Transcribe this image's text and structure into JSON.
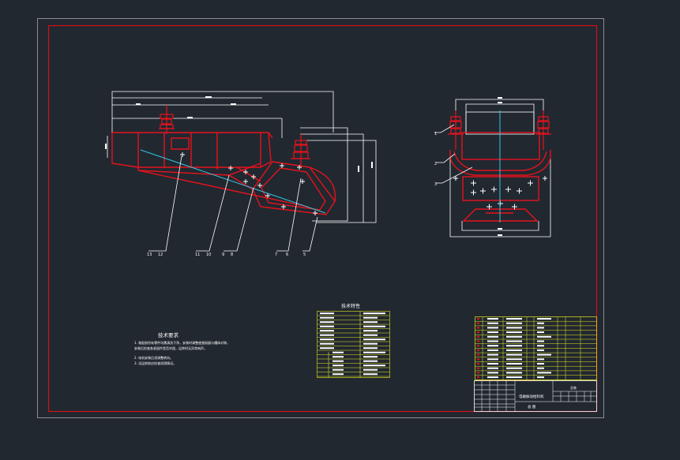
{
  "sheet": {
    "background": "#212830",
    "border_color": "#8c8f93",
    "frame_color": "#d0111b",
    "line_color": "#ffffff",
    "part_color": "#e8121c",
    "centerline_color": "#35c8e6",
    "table_color": "#e6e61e"
  },
  "notes": {
    "title": "技术要求",
    "items": [
      "1. 装配前所有零件均需清洗干净，安装时调整使激振器与槽体对称。",
      "   安装后检查各紧固件是否牢固，运转时无异常响声。",
      "2. 电机安装后须调整转向。",
      "3. 试运转前应检查润滑情况。"
    ]
  },
  "spec_table": {
    "title": "技术特性"
  },
  "title_block": {
    "name": "电磁振动给料机",
    "drawing_no": "总装",
    "sheet": "总 图"
  },
  "leaders": {
    "side_view": [
      "13",
      "12",
      "11",
      "10",
      "9",
      "8",
      "7",
      "6",
      "5"
    ],
    "end_view": [
      "1",
      "2",
      "3"
    ]
  }
}
